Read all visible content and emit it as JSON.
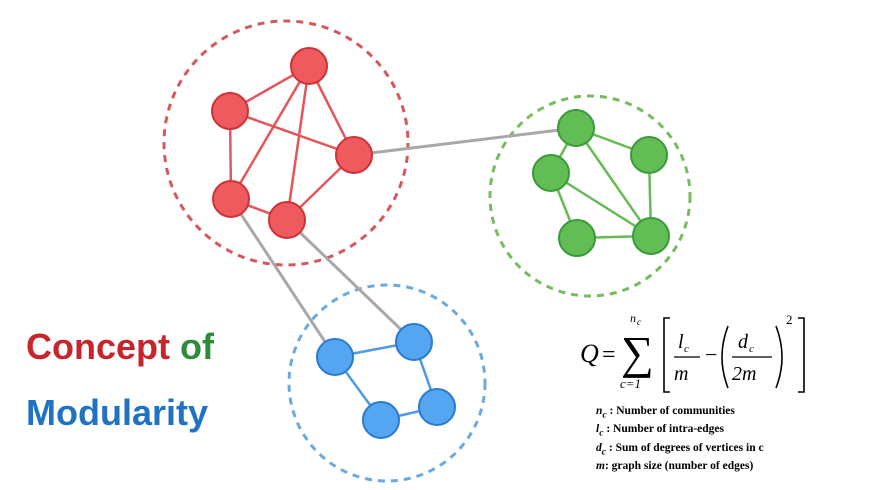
{
  "title": {
    "line1": [
      {
        "text": "Concept",
        "color": "#c8242b"
      },
      {
        "text": " of",
        "color": "#2e8b3a"
      }
    ],
    "line2": [
      {
        "text": "Modularity",
        "color": "#1f73c2"
      }
    ]
  },
  "colors": {
    "red_node": "#ee5a5e",
    "red_edge": "#e4555a",
    "red_border": "#cc3338",
    "red_ring": "#d4585c",
    "green_node": "#62bd55",
    "green_edge": "#66bb55",
    "green_border": "#3a9a3a",
    "green_ring": "#77bb5f",
    "blue_node": "#55a6f0",
    "blue_edge": "#4c9be3",
    "blue_border": "#2a7ad0",
    "blue_ring": "#6aaae0",
    "inter_edge": "#a8a8a8"
  },
  "communities": [
    {
      "name": "red",
      "nodes": [
        "r1",
        "r2",
        "r3",
        "r4",
        "r5"
      ],
      "edges": [
        [
          "r1",
          "r2"
        ],
        [
          "r1",
          "r3"
        ],
        [
          "r1",
          "r4"
        ],
        [
          "r1",
          "r5"
        ],
        [
          "r2",
          "r3"
        ],
        [
          "r2",
          "r4"
        ],
        [
          "r4",
          "r5"
        ],
        [
          "r3",
          "r5"
        ]
      ]
    },
    {
      "name": "green",
      "nodes": [
        "g1",
        "g2",
        "g3",
        "g4",
        "g5"
      ],
      "edges": [
        [
          "g1",
          "g2"
        ],
        [
          "g1",
          "g3"
        ],
        [
          "g1",
          "g5"
        ],
        [
          "g2",
          "g5"
        ],
        [
          "g2",
          "g4"
        ],
        [
          "g3",
          "g5"
        ],
        [
          "g4",
          "g5"
        ]
      ]
    },
    {
      "name": "blue",
      "nodes": [
        "b1",
        "b2",
        "b3",
        "b4"
      ],
      "edges": [
        [
          "b1",
          "b2"
        ],
        [
          "b1",
          "b4"
        ],
        [
          "b2",
          "b3"
        ],
        [
          "b3",
          "b4"
        ]
      ]
    }
  ],
  "inter_edges": [
    [
      "r3",
      "g1"
    ],
    [
      "r4",
      "b1"
    ],
    [
      "r5",
      "b2"
    ]
  ],
  "formula": {
    "lhs": "Q",
    "eq": "=",
    "sum_upper": "n",
    "sum_upper_sub": "c",
    "sum_lower": "c=1",
    "frac1_num": "l",
    "frac1_num_sub": "c",
    "frac1_den": "m",
    "minus": "−",
    "frac2_num": "d",
    "frac2_num_sub": "c",
    "frac2_den": "2m",
    "exponent": "2"
  },
  "legend": [
    {
      "sym": "n",
      "sub": "c",
      "text": " : Number of communities"
    },
    {
      "sym": "l",
      "sub": "c",
      "text": " : Number of intra-edges"
    },
    {
      "sym": "d",
      "sub": "c",
      "text": " : Sum of degrees of vertices in c"
    },
    {
      "sym": "m",
      "sub": "",
      "text": ": graph size (number of edges)"
    }
  ]
}
